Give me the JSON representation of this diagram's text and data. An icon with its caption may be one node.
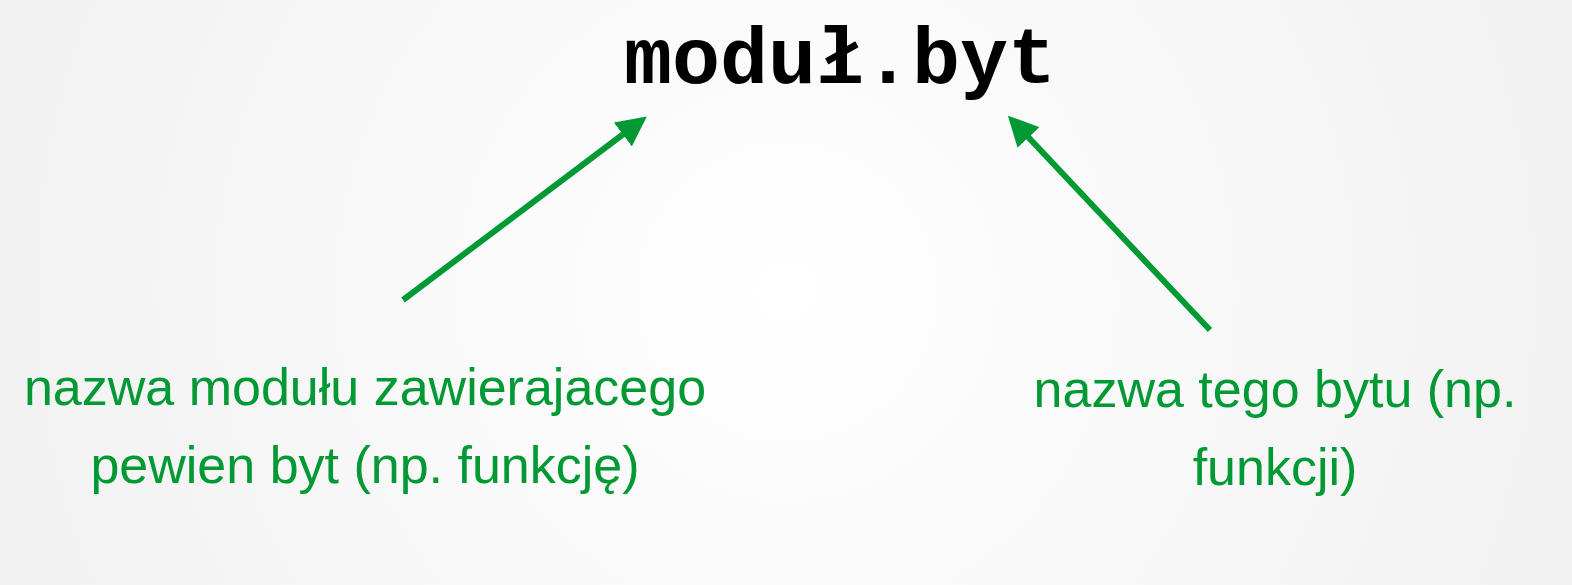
{
  "diagram": {
    "nodes": [
      {
        "text": [
          "moduł.byt"
        ]
      },
      {
        "text": [
          "nazwa modułu zawierajacego pewien byt (np. funkcję)"
        ]
      },
      {
        "text": [
          "nazwa tego bytu (np. funkcji)"
        ]
      }
    ],
    "edges": [
      {
        "from": 1,
        "to": 0,
        "arrow": "to"
      },
      {
        "from": 2,
        "to": 0,
        "arrow": "to"
      }
    ]
  }
}
